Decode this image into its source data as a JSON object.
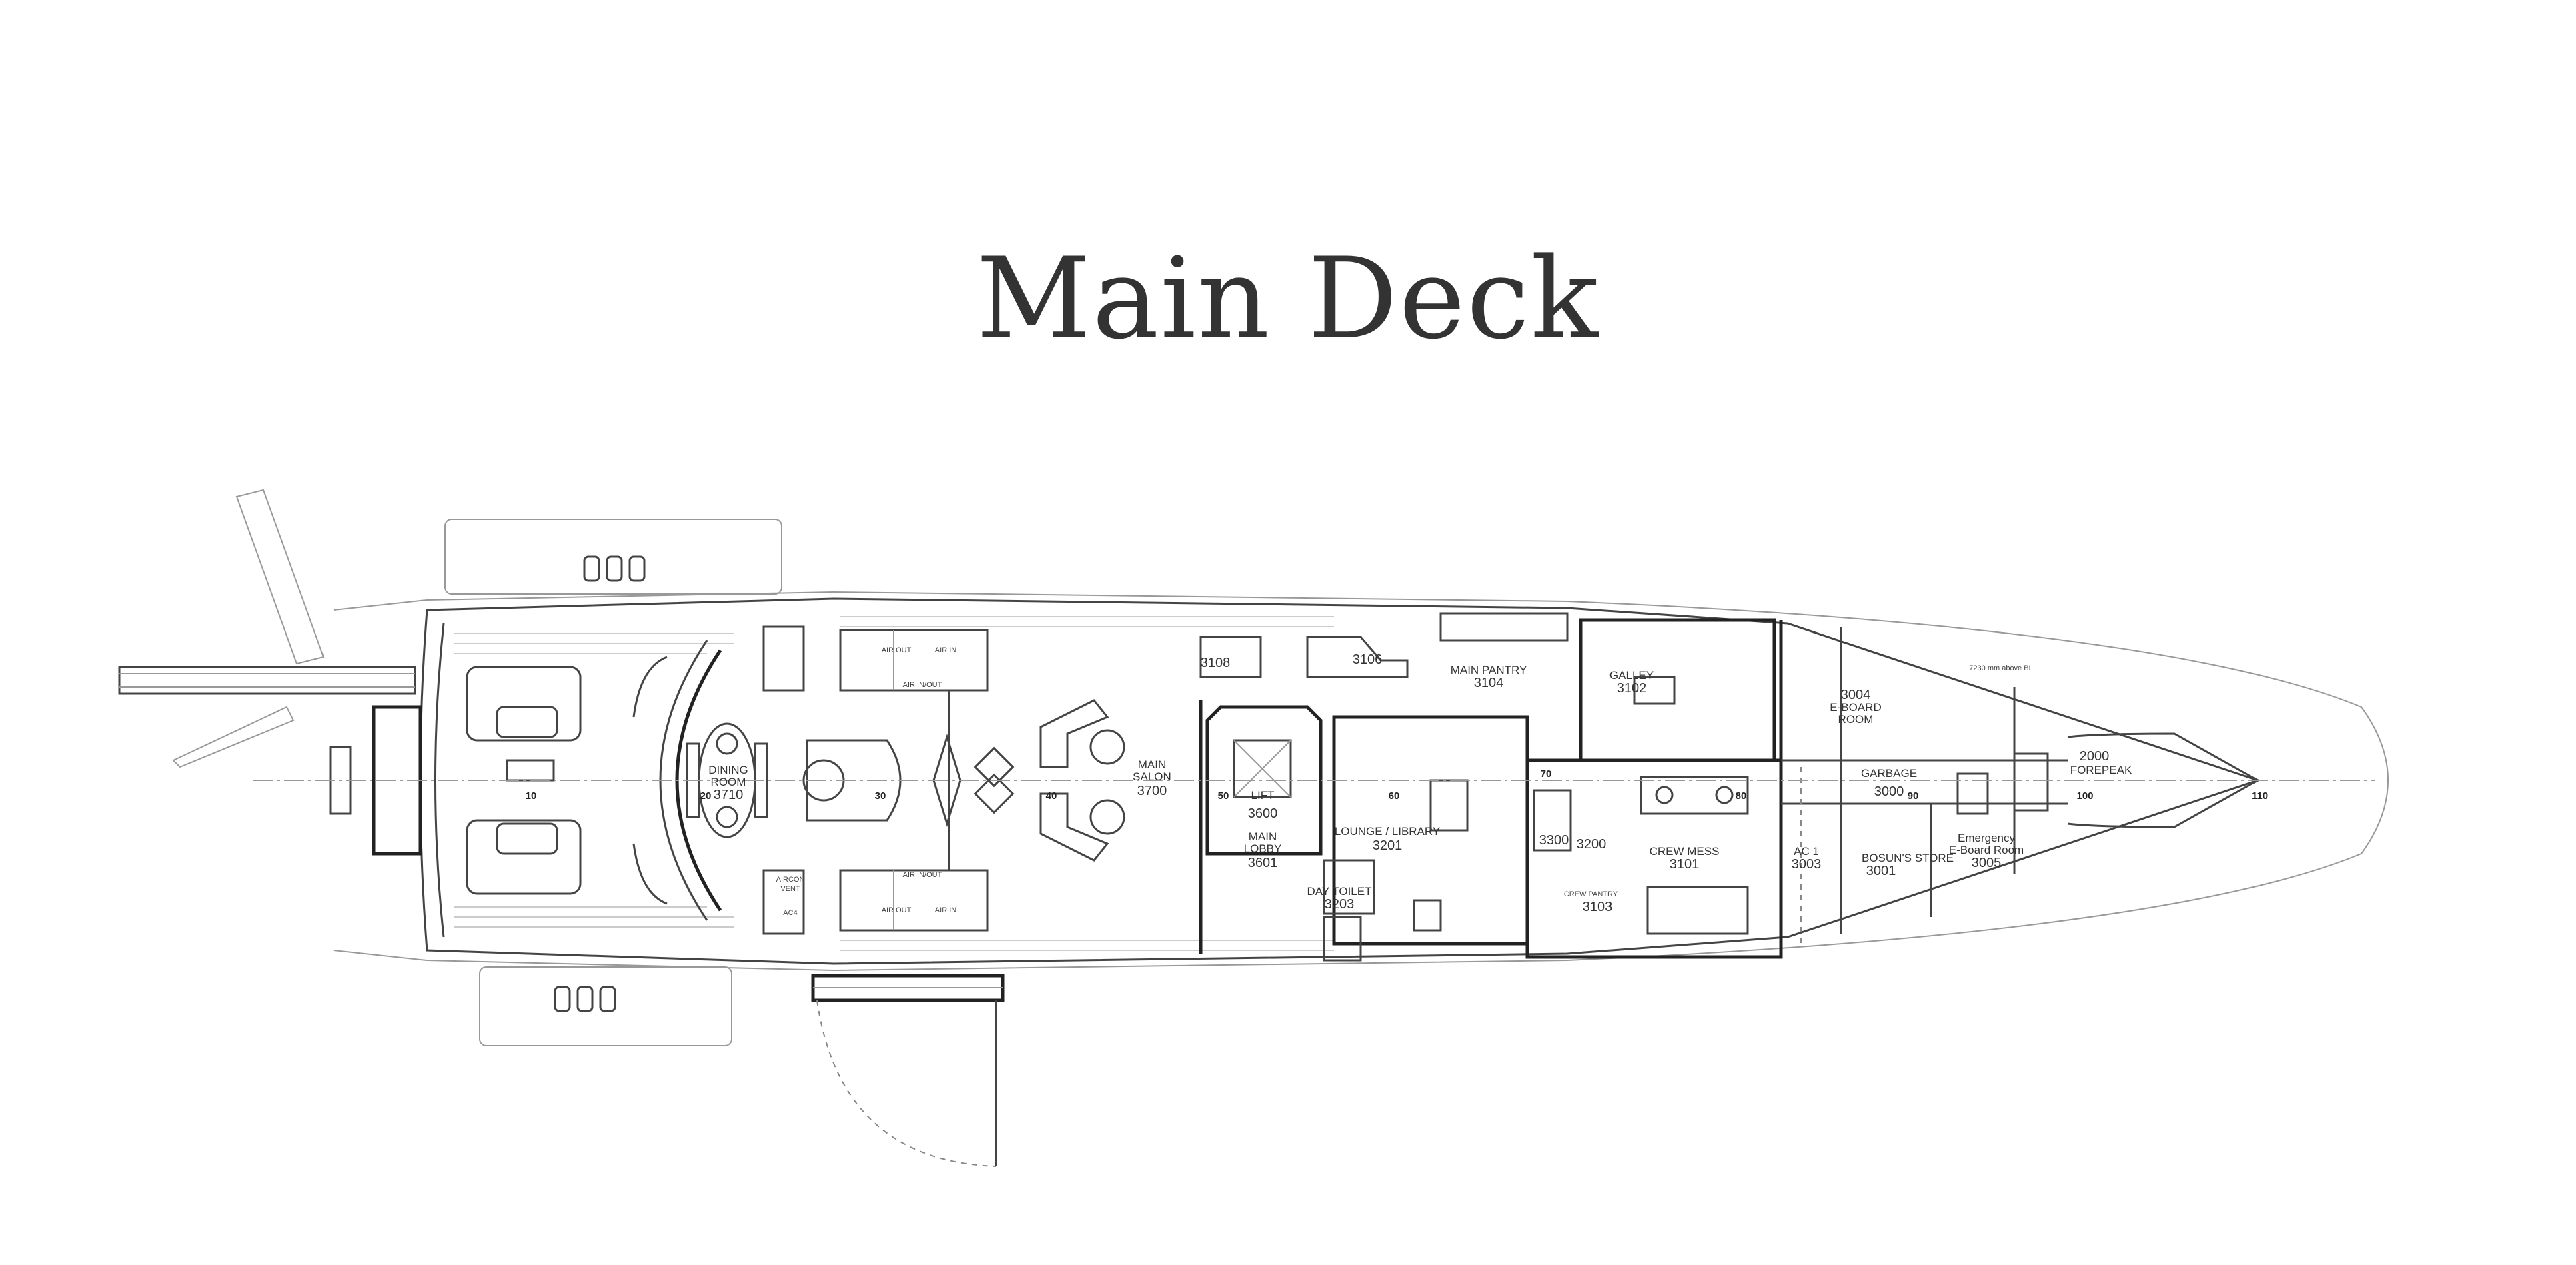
{
  "title": "Main Deck",
  "rooms": {
    "dining": {
      "name": "DINING ROOM",
      "line1": "DINING",
      "line2": "ROOM",
      "number": "3710"
    },
    "salon": {
      "line1": "MAIN",
      "line2": "SALON",
      "number": "3700"
    },
    "lift": {
      "name": "LIFT",
      "number": "3600"
    },
    "lobby": {
      "line1": "MAIN",
      "line2": "LOBBY",
      "number": "3601"
    },
    "lounge": {
      "name": "LOUNGE / LIBRARY",
      "number": "3201"
    },
    "day_toilet": {
      "name": "DAY TOILET",
      "number": "3203"
    },
    "pantry": {
      "name": "MAIN PANTRY",
      "number": "3104"
    },
    "galley": {
      "name": "GALLEY",
      "number": "3102"
    },
    "crew_mess": {
      "name": "CREW MESS",
      "number": "3101"
    },
    "crew_pantry": {
      "name": "CREW PANTRY",
      "number": "3103"
    },
    "stair_3300": {
      "number": "3300"
    },
    "stair_3200": {
      "number": "3200"
    },
    "aux_3108": {
      "number": "3108"
    },
    "aux_3106": {
      "number": "3106"
    },
    "ac1": {
      "name": "AC 1",
      "number": "3003"
    },
    "bosun": {
      "name": "BOSUN'S STORE",
      "number": "3001"
    },
    "emergency": {
      "line1": "Emergency",
      "line2": "E-Board Room",
      "number": "3005"
    },
    "garbage": {
      "name": "GARBAGE",
      "number": "3000"
    },
    "eboard": {
      "number": "3004",
      "line1": "E-BOARD",
      "line2": "ROOM"
    },
    "forepeak": {
      "number": "2000",
      "name": "FOREPEAK"
    },
    "aircon": {
      "line1": "AIRCON",
      "line2": "VENT",
      "number": "AC4"
    }
  },
  "air_labels": {
    "air_out": "AIR OUT",
    "air_in": "AIR IN",
    "air_inout": "AIR IN/OUT"
  },
  "height_note": "7230 mm above BL",
  "frames": [
    "10",
    "20",
    "30",
    "40",
    "50",
    "60",
    "70",
    "80",
    "90",
    "100",
    "110"
  ]
}
